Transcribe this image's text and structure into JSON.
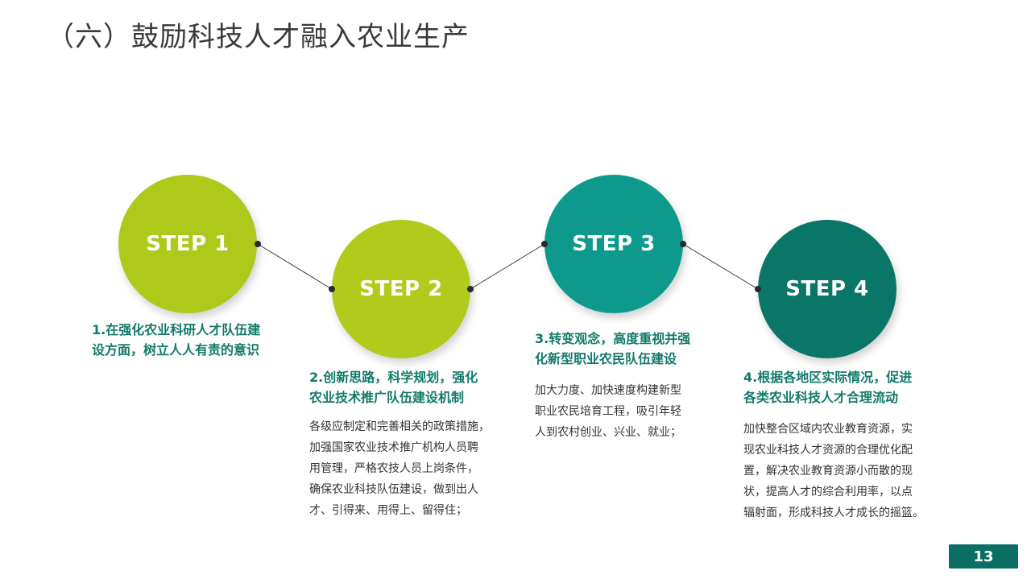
{
  "slide": {
    "title": "（六）鼓励科技人才融入农业生产",
    "page_number": "13"
  },
  "steps": [
    {
      "label": "STEP 1",
      "color": "#aec91a",
      "heading": "1.在强化农业科研人才队伍建\n设方面，树立人人有责的意识",
      "body": ""
    },
    {
      "label": "STEP 2",
      "color": "#b1ca1b",
      "heading": "2.创新思路，科学规划，强化\n农业技术推广队伍建设机制",
      "body": "各级应制定和完善相关的政策措施，\n加强国家农业技术推广机构人员聘\n用管理，严格农技人员上岗条件，\n确保农业科技队伍建设，做到出人\n才、引得来、用得上、留得住；"
    },
    {
      "label": "STEP 3",
      "color": "#0d9a8c",
      "heading": "3.转变观念，高度重视并强\n化新型职业农民队伍建设",
      "body": "加大力度、加快速度构建新型\n职业农民培育工程，吸引年轻\n人到农村创业、兴业、就业；"
    },
    {
      "label": "STEP 4",
      "color": "#0a7668",
      "heading": "4.根据各地区实际情况，促进\n各类农业科技人才合理流动",
      "body": "加快整合区域内农业教育资源，实\n现农业科技人才资源的合理优化配\n置，解决农业教育资源小而散的现\n状，提高人才的综合利用率，以点\n辐射面，形成科技人才成长的摇篮。"
    }
  ]
}
